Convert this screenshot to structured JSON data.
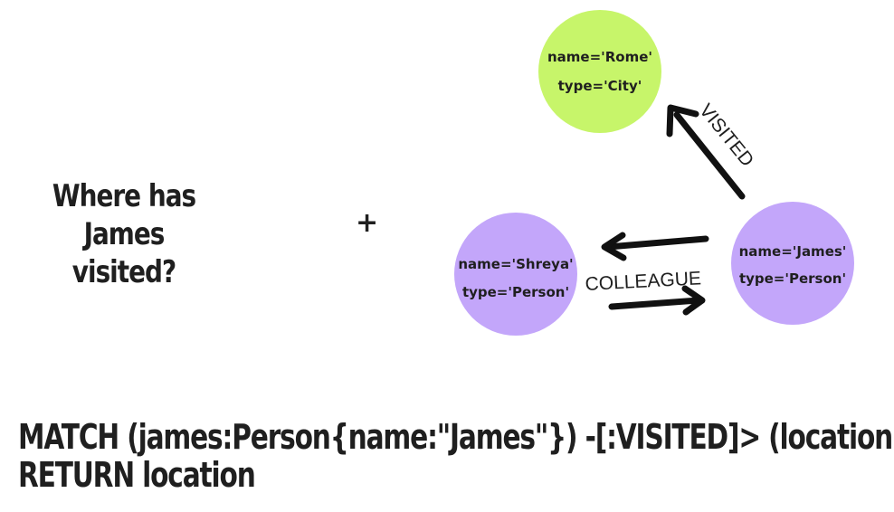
{
  "question": {
    "line1": "Where has James",
    "line2": "visited?"
  },
  "plus_symbol": "+",
  "nodes": {
    "rome": {
      "line1": "name='Rome'",
      "line2": "type='City'",
      "color": "#c7f56a"
    },
    "shreya": {
      "line1": "name='Shreya'",
      "line2": "type='Person'",
      "color": "#c3a6fa"
    },
    "james": {
      "line1": "name='James'",
      "line2": "type='Person'",
      "color": "#c3a6fa"
    }
  },
  "edges": {
    "visited": "VISITED",
    "colleague": "COLLEAGUE"
  },
  "query": {
    "line1": "MATCH (james:Person{name:\"James\"}) -[:VISITED]> (location)",
    "line2": "RETURN location"
  }
}
